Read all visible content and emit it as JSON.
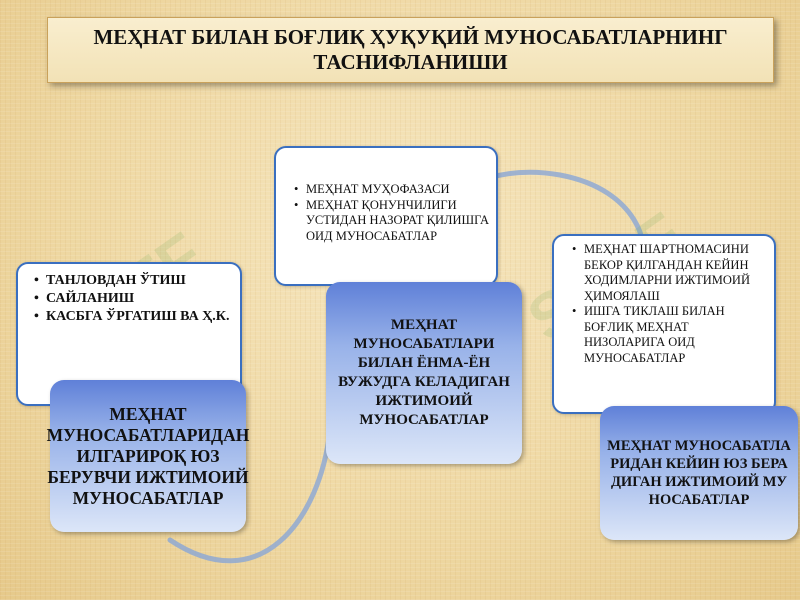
{
  "title": "МЕҲНАТ БИЛАН БОҒЛИҚ ҲУҚУҚИЙ МУНОСАБАТЛАРНИНГ ТАСНИФЛАНИШИ",
  "left": {
    "items": [
      "ТАНЛОВДАН ЎТИШ",
      "САЙЛАНИШ",
      "КАСБГА ЎРГАТИШ ВА Ҳ.К."
    ],
    "heading": "МЕҲНАТ МУНОСАБАТЛАРИДАН ИЛГАРИРОҚ ЮЗ БЕРУВЧИ ИЖТИМОИЙ МУНОСАБАТЛАР"
  },
  "center": {
    "items": [
      "МЕҲНАТ МУҲОФАЗАСИ",
      "МЕҲНАТ ҚОНУНЧИЛИГИ УСТИДАН НАЗОРАТ ҚИЛИШГА ОИД МУНОСАБАТЛАР"
    ],
    "heading": "МЕҲНАТ МУНОСАБАТЛАРИ БИЛАН ЁНМА-ЁН ВУЖУДГА КЕЛАДИГАН ИЖТИМОИЙ МУНОСАБАТЛАР"
  },
  "right": {
    "items": [
      "МЕҲНАТ ШАРТНОМАСИНИ БЕКОР ҚИЛГАНДАН КЕЙИН ХОДИМЛАРНИ ИЖТИМОИЙ ҲИМОЯЛАШ",
      "ИШГА ТИКЛАШ БИЛАН БОҒЛИҚ МЕҲНАТ НИЗОЛАРИГА ОИД МУНОСАБАТЛАР"
    ],
    "heading": "МЕҲНАТ МУНОСАБАТЛАРИДАН КЕЙИН ЮЗ БЕРАДИГАН ИЖТИМОИЙ МУНОСАБАТЛАР"
  },
  "watermark": "SOFF",
  "colors": {
    "background": "#f0d9a6",
    "box_border": "#3a6fc0",
    "blue_top": "#5f80d8",
    "blue_bottom": "#dce6f8",
    "connector": "#8aa6d6"
  }
}
